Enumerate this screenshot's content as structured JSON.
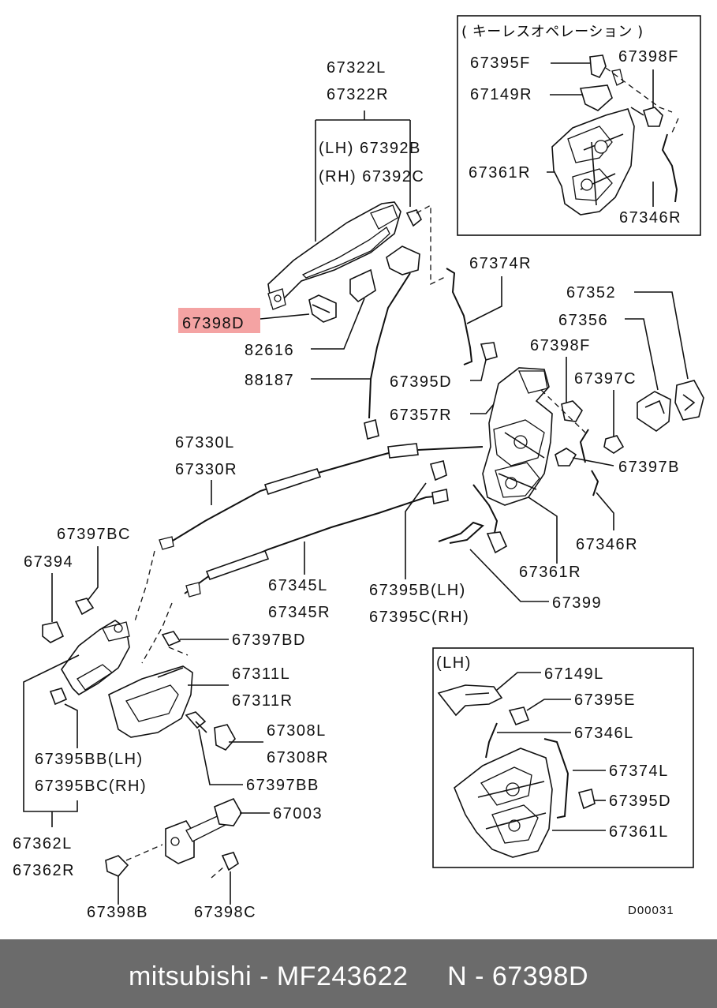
{
  "diagram": {
    "inset_keyless": {
      "title": "( キーレスオペレーション )",
      "labels": [
        "67395F",
        "67398F",
        "67149R",
        "67361R",
        "67346R"
      ]
    },
    "inset_lh": {
      "title": "(LH)",
      "labels": [
        "67149L",
        "67395E",
        "67346L",
        "67374L",
        "67395D",
        "67361L"
      ]
    },
    "handle_labels": [
      "67322L",
      "67322R",
      "(LH) 67392B",
      "(RH) 67392C"
    ],
    "highlight_label": "67398D",
    "highlight_color": "#f4a3a3",
    "labels": [
      "82616",
      "88187",
      "67374R",
      "67352",
      "67356",
      "67398F",
      "67395D",
      "67397C",
      "67357R",
      "67330L",
      "67330R",
      "67397B",
      "67346R",
      "67361R",
      "67397BC",
      "67394",
      "67345L",
      "67345R",
      "67395B(LH)",
      "67395C(RH)",
      "67399",
      "67397BD",
      "67311L",
      "67311R",
      "67395BB(LH)",
      "67395BC(RH)",
      "67308L",
      "67308R",
      "67397BB",
      "67003",
      "67362L",
      "67362R",
      "67398B",
      "67398C"
    ],
    "code": "D00031"
  },
  "footer": {
    "text": "mitsubishi - MF243622     N - 67398D"
  }
}
